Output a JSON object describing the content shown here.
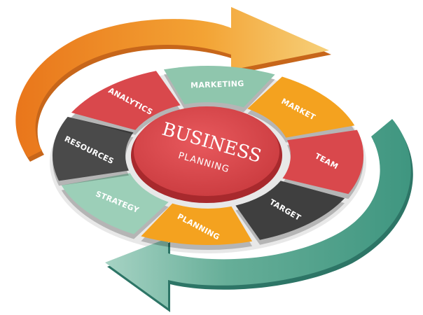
{
  "center": {
    "title": "BUSINESS",
    "subtitle": "PLANNING"
  },
  "segments": [
    {
      "label": "MARKETING",
      "color": "#8fc6ad"
    },
    {
      "label": "MARKET",
      "color": "#f4a21f"
    },
    {
      "label": "TEAM",
      "color": "#d9484c"
    },
    {
      "label": "TARGET",
      "color": "#3f3f3f"
    },
    {
      "label": "PLANNING",
      "color": "#f4a21f"
    },
    {
      "label": "STRATEGY",
      "color": "#9ccfb8"
    },
    {
      "label": "RESOURCES",
      "color": "#4a4a4a"
    },
    {
      "label": "ANALYTICS",
      "color": "#d9484c"
    }
  ],
  "arrows": {
    "top": {
      "icon": "orange-cycle-arrow-icon",
      "color": "#f39c1f"
    },
    "bottom": {
      "icon": "teal-cycle-arrow-icon",
      "color": "#4f9e8a"
    }
  }
}
